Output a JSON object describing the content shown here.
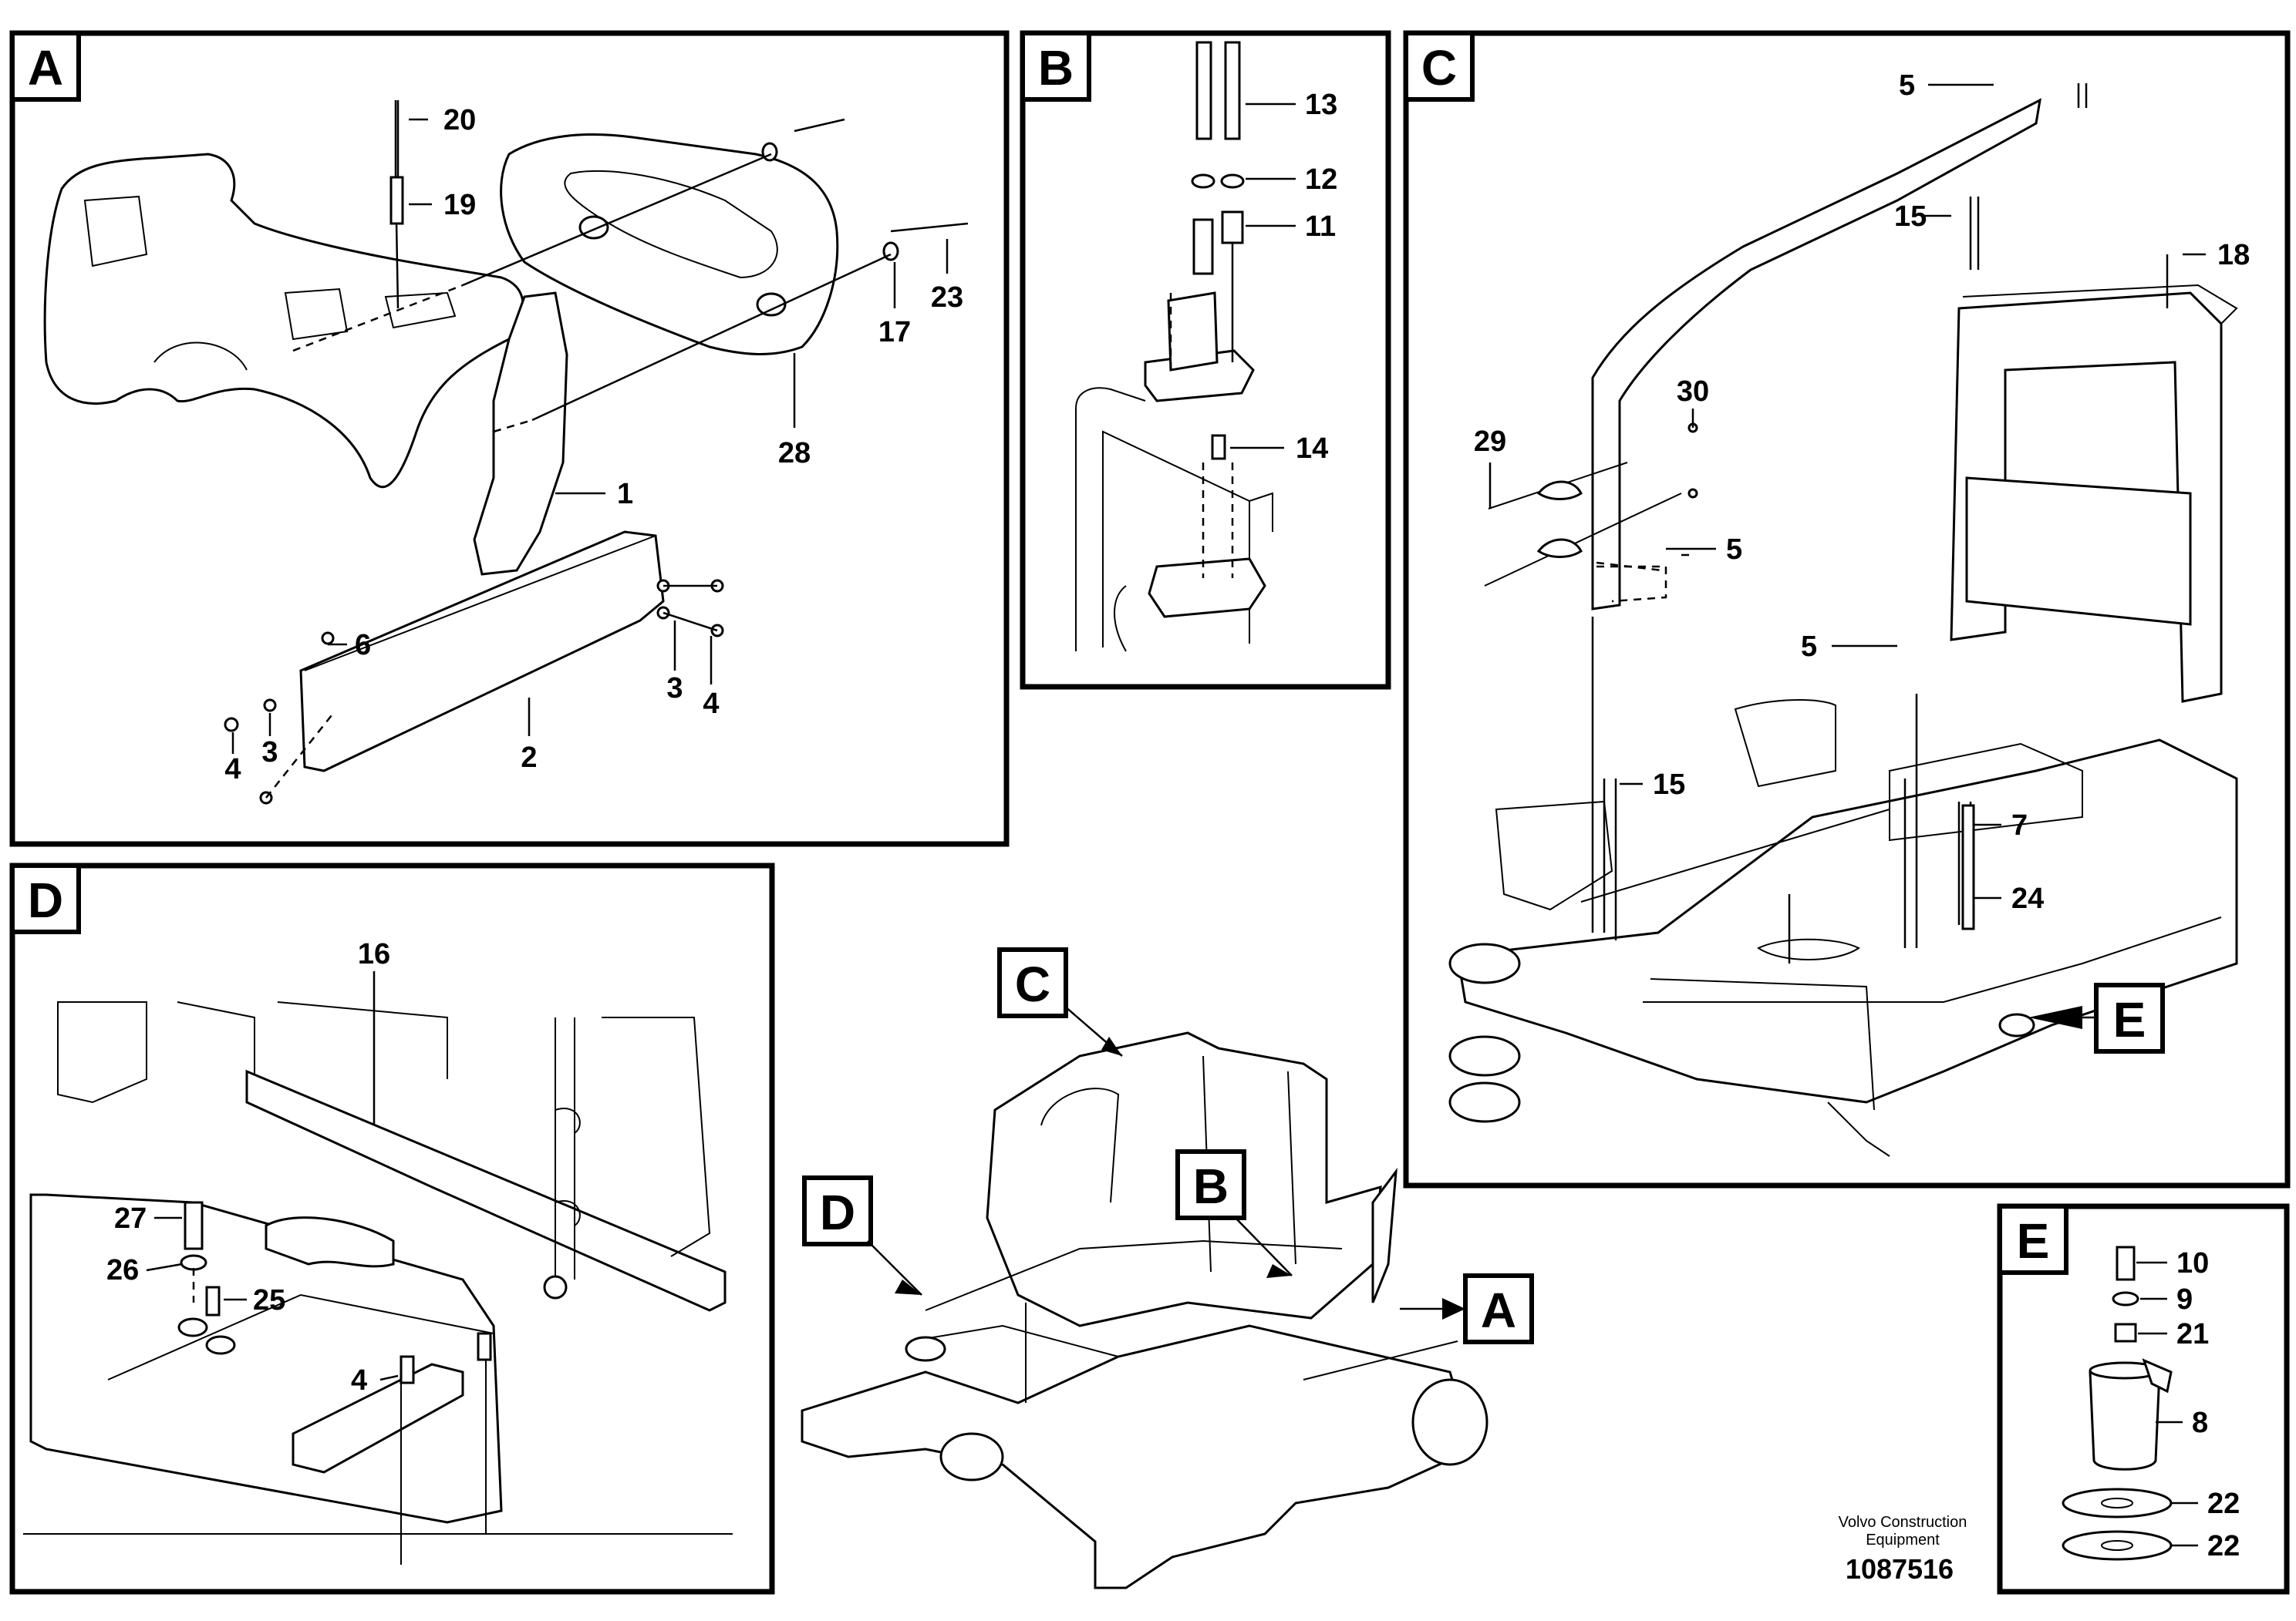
{
  "panels": {
    "A": {
      "label": "A",
      "parts": {
        "p20": "20",
        "p19": "19",
        "p23": "23",
        "p17": "17",
        "p28": "28",
        "p1": "1",
        "p6": "6",
        "p3a": "3",
        "p4a": "4",
        "p3b": "3",
        "p4b": "4",
        "p2": "2"
      }
    },
    "B": {
      "label": "B",
      "parts": {
        "p13": "13",
        "p12": "12",
        "p11": "11",
        "p14": "14"
      }
    },
    "C": {
      "label": "C",
      "parts": {
        "p5a": "5",
        "p15a": "15",
        "p18": "18",
        "p30": "30",
        "p29": "29",
        "p5b": "5",
        "p5c": "5",
        "p15b": "15",
        "p7": "7",
        "p24": "24"
      }
    },
    "D": {
      "label": "D",
      "parts": {
        "p16": "16",
        "p27": "27",
        "p26": "26",
        "p25": "25",
        "p4": "4"
      }
    },
    "E": {
      "label": "E",
      "parts": {
        "p10": "10",
        "p9": "9",
        "p21": "21",
        "p8": "8",
        "p22a": "22",
        "p22b": "22"
      }
    }
  },
  "overview": {
    "callouts": {
      "c": "C",
      "d": "D",
      "b": "B",
      "a": "A"
    },
    "ref_e": "E"
  },
  "footer": {
    "company_line1": "Volvo Construction",
    "company_line2": "Equipment",
    "drawing_number": "1087516"
  }
}
